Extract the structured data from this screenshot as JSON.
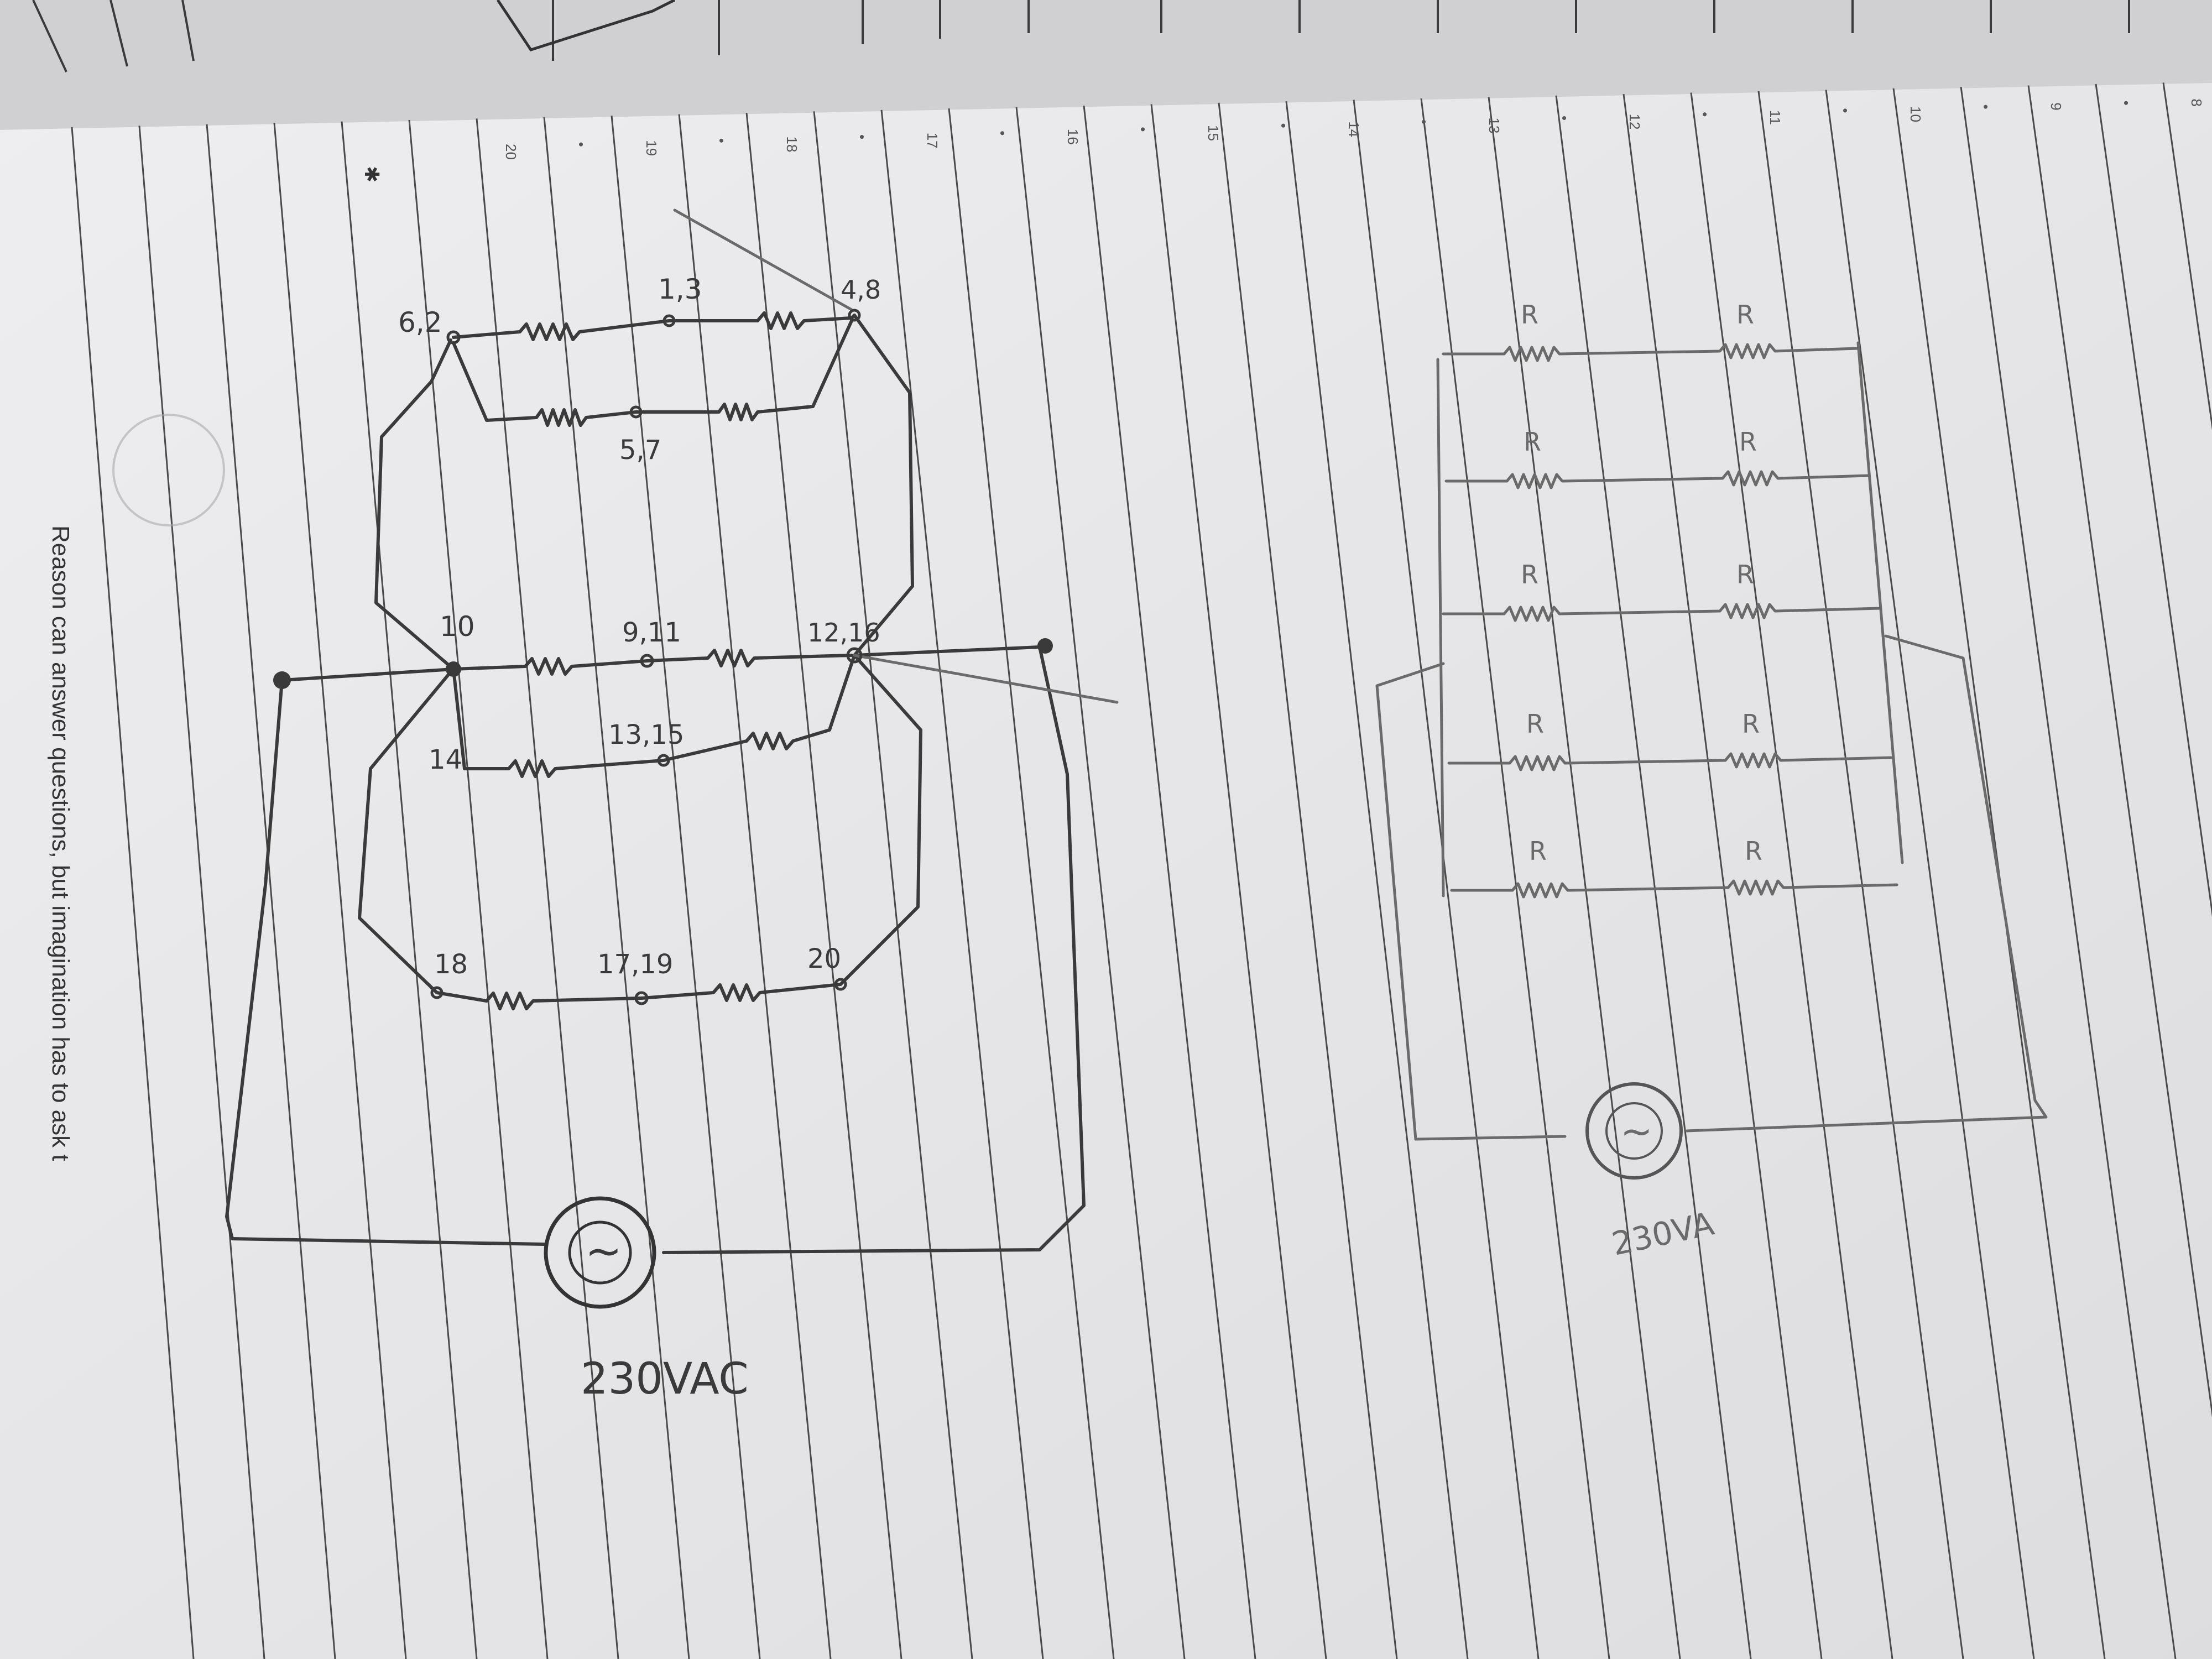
{
  "margin_text": "Reason can answer questions, but imagination has to ask t",
  "star_mark": "✱",
  "column_numbers": [
    {
      "text": "20"
    },
    {
      "text": "•"
    },
    {
      "text": "19"
    },
    {
      "text": "•"
    },
    {
      "text": "18"
    },
    {
      "text": "•"
    },
    {
      "text": "17"
    },
    {
      "text": "•"
    },
    {
      "text": "16"
    },
    {
      "text": "•"
    },
    {
      "text": "15"
    },
    {
      "text": "•"
    },
    {
      "text": "14"
    },
    {
      "text": "•"
    },
    {
      "text": "13"
    },
    {
      "text": "•"
    },
    {
      "text": "12"
    },
    {
      "text": "•"
    },
    {
      "text": "11"
    },
    {
      "text": "•"
    },
    {
      "text": "10"
    },
    {
      "text": "•"
    },
    {
      "text": "9"
    },
    {
      "text": "•"
    },
    {
      "text": "8"
    }
  ],
  "left_diagram": {
    "node_labels": {
      "n_62": "6,2",
      "n_13": "1,3",
      "n_48": "4,8",
      "n_57": "5,7",
      "n_10": "10",
      "n_911": "9,11",
      "n_1216": "12,16",
      "n_14": "14",
      "n_1315": "13,15",
      "n_18": "18",
      "n_1719": "17,19",
      "n_20": "20"
    },
    "source_label": "230VAC",
    "source_symbol": "~"
  },
  "right_diagram": {
    "resistor_labels": [
      "R",
      "R",
      "R",
      "R",
      "R",
      "R",
      "R",
      "R",
      "R",
      "R"
    ],
    "source_label": "230VA",
    "source_symbol": "~"
  }
}
